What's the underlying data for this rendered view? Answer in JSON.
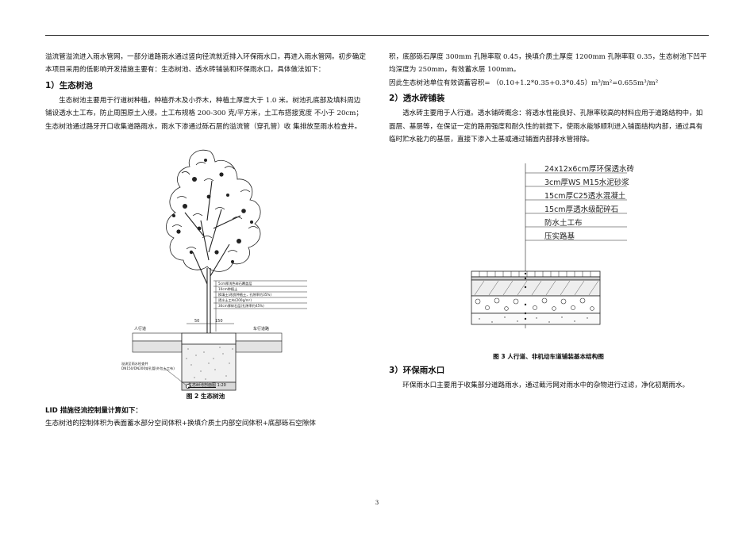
{
  "left": {
    "p1": "溢流管溢流进入雨水管网，一部分道路雨水通过竖向径流就近排入环保雨水口，再进入雨水管网。初步确定本项目采用的低影响开发措施主要有：生态树池、透水砖铺装和环保雨水口，具体做法如下：",
    "h1": "1）生态树池",
    "p2": "生态树池主要用于行道树种植，种植乔木及小乔木，种植土厚度大于 1.0 米。树池孔底部及填料周边铺设透水土工布，防止周围原土入侵。土工布规格 200-300 克/平方米，土工布搭接宽度 不小于 20cm；生态树池通过路牙开口收集道路雨水，雨水下渗通过砾石层的溢流管（穿孔管）收 集排放至雨水检查井。",
    "fig2_caption": "图 2  生态树池",
    "lid_heading": "LID 措施径流控制量计算如下：",
    "p3": "生态树池的控制体积为表面蓄水部分空间体积+换填介质土内部空间体积+底部砾石空隙体"
  },
  "right": {
    "p1": "积，底部砾石厚度 300mm 孔隙率取 0.45，换填介质土厚度 1200mm 孔隙率取 0.35，生态树池下凹平均深度为 250mm，有效蓄水层 100mm。",
    "p2": "因此生态树池单位有效调蓄容积= （0.10+1.2*0.35+0.3*0.45）m³/m²=0.655m³/m²",
    "h2": "2）透水砖铺装",
    "p3": "透水砖主要用于人行道。透水铺砖概念：将透水性能良好、孔隙率较高的材料应用于道路结构中，如面层、基层等，在保证一定的路用强度和耐久性的前提下，使雨水能够顺利进入铺面结构内部，通过具有临时贮水能力的基层，直接下渗入土基或通过铺面内部排水管排除。",
    "fig3_caption": "图 3  人行道、非机动车道铺装基本结构图",
    "h3": "3）环保雨水口",
    "p4": "环保雨水口主要用于收集部分道路雨水，通过截污网对雨水中的杂物进行过滤，净化初期雨水。"
  },
  "fig2": {
    "layers": [
      "5cm厚浅色碎石覆盖层",
      "10cm种植土",
      "换填土(改良种植土，孔隙率约35%)",
      "透水土工布(200g/m²)",
      "30cm厚碎石层(孔隙率约45%)"
    ],
    "label_left": "人行道",
    "label_right": "车行道路",
    "label_bottom_1": "DN150/DN200穿孔管(外包土工布)",
    "label_bottom_2": "溢流至雨水检查井",
    "section_title": "生态树池剖面图",
    "scale": "1:20",
    "dim_a": "50",
    "dim_b": "150"
  },
  "fig3": {
    "layers": [
      "24x12x6cm厚环保透水砖",
      "3cm厚WS M15水泥砂浆",
      "15cm厚C25透水混凝土",
      "15cm厚透水级配碎石",
      "防水土工布",
      "压实路基"
    ]
  },
  "page_number": "3"
}
